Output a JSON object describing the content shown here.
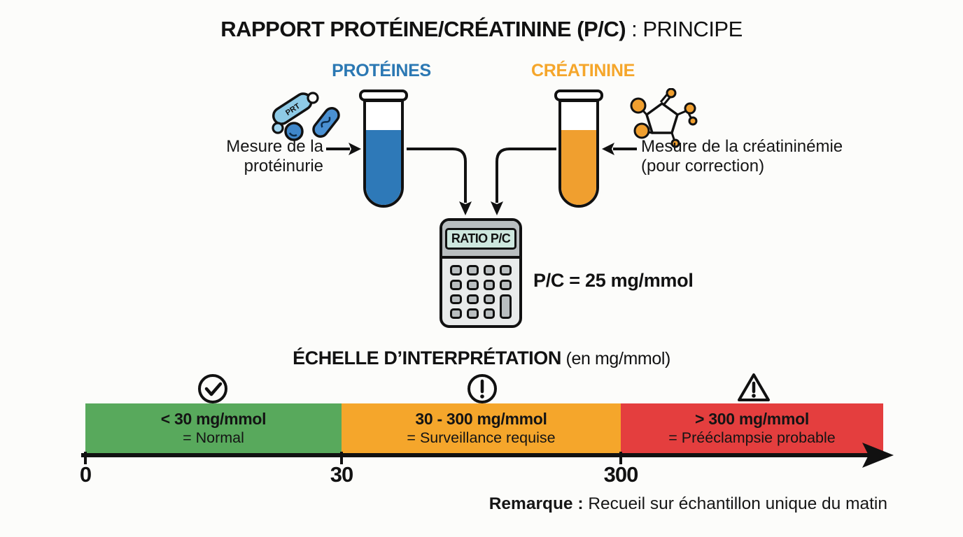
{
  "title": {
    "main": "RAPPORT PROTÉINE/CRÉATININE (P/C)",
    "suffix": " : PRINCIPE"
  },
  "tubes": {
    "proteins": {
      "label": "PROTÉINES",
      "label_color": "#2b78b3",
      "liquid_color": "#2e79b8",
      "capsule_text": "PRT",
      "annotation_line1": "Mesure de la",
      "annotation_line2": "protéinurie"
    },
    "creatinine": {
      "label": "CRÉATININE",
      "label_color": "#f5a62b",
      "liquid_color": "#f09f2f",
      "annotation_line1": "Mesure de la créatininémie",
      "annotation_line2": "(pour correction)"
    }
  },
  "calculator": {
    "display": "RATIO P/C",
    "result": "P/C = 25 mg/mmol"
  },
  "scale": {
    "heading_bold": "ÉCHELLE D’INTERPRÉTATION",
    "heading_normal": " (en mg/mmol)",
    "zones": [
      {
        "range": "< 30 mg/mmol",
        "meaning": "= Normal",
        "color": "#58a95c",
        "icon": "check-circle-icon"
      },
      {
        "range": "30 - 300 mg/mmol",
        "meaning": "= Surveillance requise",
        "color": "#f5a62b",
        "icon": "exclamation-circle-icon"
      },
      {
        "range": "> 300 mg/mmol",
        "meaning": "= Prééclampsie probable",
        "color": "#e43e3e",
        "icon": "warning-triangle-icon"
      }
    ],
    "axis_ticks": [
      "0",
      "30",
      "300"
    ]
  },
  "remark": {
    "label": "Remarque :",
    "text": " Recueil sur échantillon unique du matin"
  }
}
